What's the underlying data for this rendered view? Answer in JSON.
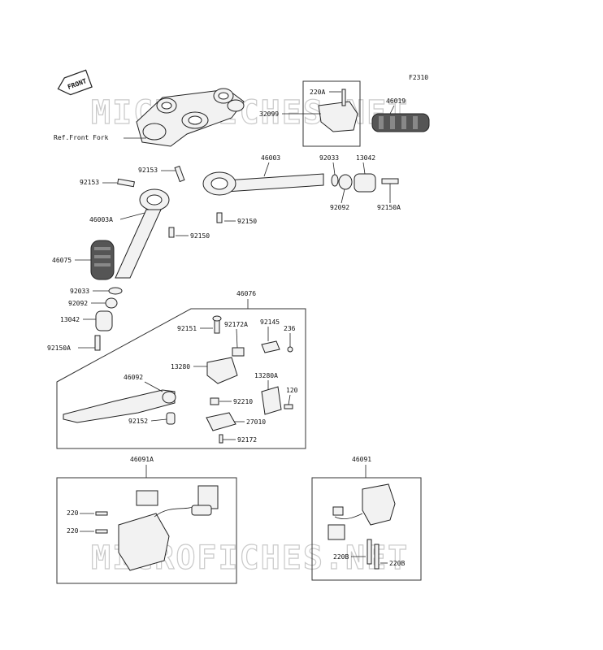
{
  "figure_code": "F2310",
  "watermark": "MICROFICHES.NET",
  "ref_label": "Ref.Front Fork",
  "front_badge": "FRONT",
  "labels": {
    "p220A": "220A",
    "p32099": "32099",
    "p46019": "46019",
    "p46003": "46003",
    "p92033_top": "92033",
    "p13042_top": "13042",
    "p92153_a": "92153",
    "p92153_b": "92153",
    "p92092_top": "92092",
    "p92150A_top": "92150A",
    "p46003A": "46003A",
    "p92150_a": "92150",
    "p92150_b": "92150",
    "p46075": "46075",
    "p92033_left": "92033",
    "p92092_left": "92092",
    "p13042_left": "13042",
    "p92150A_left": "92150A",
    "p46076": "46076",
    "p92151": "92151",
    "p92172A": "92172A",
    "p92145": "92145",
    "p236": "236",
    "p13280": "13280",
    "p13280A": "13280A",
    "p46092": "46092",
    "p120": "120",
    "p92210": "92210",
    "p92152": "92152",
    "p27010": "27010",
    "p92172": "92172",
    "p46091A": "46091A",
    "p220_a": "220",
    "p220_b": "220",
    "p46091": "46091",
    "p220B_a": "220B",
    "p220B_b": "220B"
  }
}
